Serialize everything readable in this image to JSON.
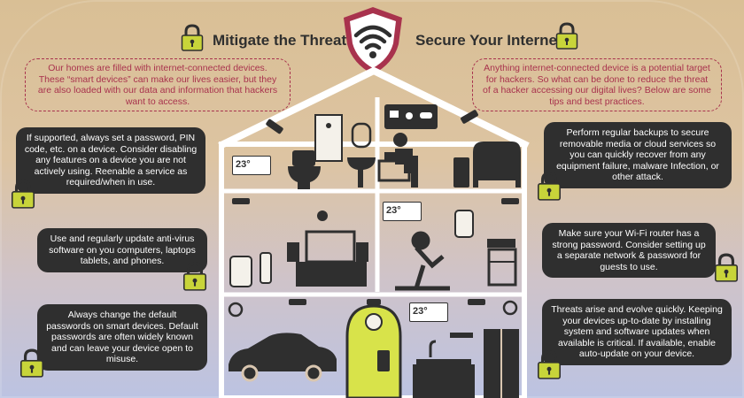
{
  "headings": {
    "left": "Mitigate the Threat",
    "right": "Secure Your Internet!"
  },
  "intro": {
    "left": "Our homes are filled with internet-connected devices. These “smart devices” can make our lives easier, but they are also loaded with our data and information that hackers want to access.",
    "right": "Anything internet-connected device is a potential target for hackers. So what can be done to reduce the threat of a hacker accessing our digital lives? Below are some tips and best practices."
  },
  "tips": {
    "left_1": "If supported, always set a password, PIN code, etc. on a device. Consider disabling any features on a device you are not actively using. Reenable a service as required/when in use.",
    "left_2": "Use and regularly update anti-virus software on you computers, laptops tablets, and phones.",
    "left_3": "Always change the default passwords on smart devices. Default passwords are often widely known and can leave your device open to misuse.",
    "right_1": "Perform regular backups to secure removable media or cloud services so you can quickly recover from any equipment failure, malware Infection, or other attack.",
    "right_2": "Make sure your Wi-Fi router has a strong password. Consider setting up a separate network & password for guests to use.",
    "right_3": "Threats arise and evolve quickly. Keeping your devices up-to-date by installing system and software updates when available is critical. If available, enable auto-update on your device."
  },
  "thermostat": {
    "reading": "23°"
  },
  "colors": {
    "accent": "#a8324d",
    "lock": "#c8d43a",
    "dark": "#2f2f2f",
    "door": "#d8e34a"
  }
}
